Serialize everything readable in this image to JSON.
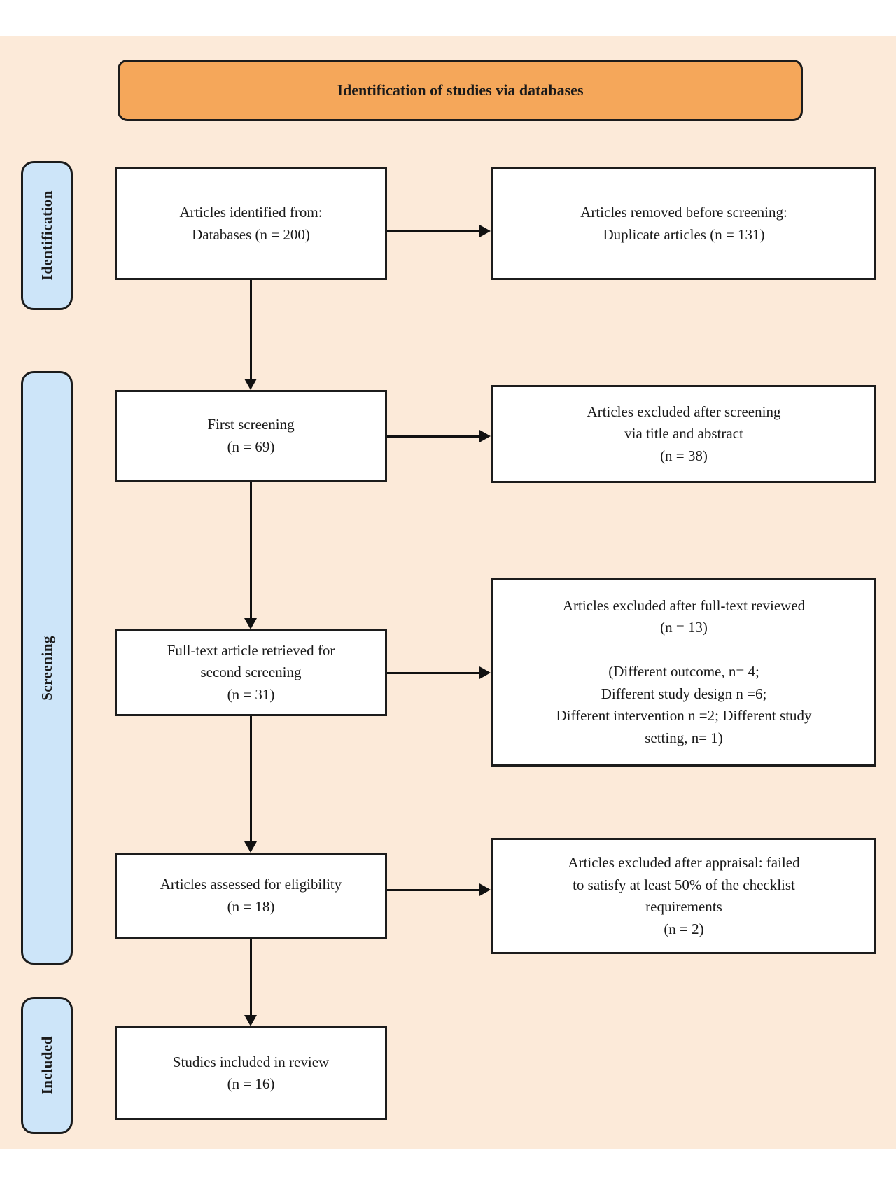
{
  "colors": {
    "page_background": "#fcead9",
    "header_fill": "#f5a75a",
    "stage_fill": "#cde5f9",
    "box_fill": "#ffffff",
    "line": "#1c1c1c"
  },
  "header": {
    "title": "Identification of studies via databases"
  },
  "stages": [
    {
      "label": "Identification"
    },
    {
      "label": "Screening"
    },
    {
      "label": "Included"
    }
  ],
  "flow": {
    "left_column": [
      {
        "text": "Articles identified from:\nDatabases (n = 200)"
      },
      {
        "text": "First screening\n(n = 69)"
      },
      {
        "text": "Full-text article retrieved for\nsecond screening\n(n = 31)"
      },
      {
        "text": "Articles assessed for eligibility\n(n = 18)"
      },
      {
        "text": "Studies included in review\n(n = 16)"
      }
    ],
    "right_column": [
      {
        "text": "Articles removed before screening:\nDuplicate articles (n = 131)"
      },
      {
        "text": "Articles excluded after screening\nvia title and abstract\n(n = 38)"
      },
      {
        "text": "Articles excluded after full-text reviewed\n(n = 13)\n\n(Different outcome, n= 4;\nDifferent study design n =6;\nDifferent intervention n =2; Different study\nsetting, n= 1)"
      },
      {
        "text": "Articles excluded after appraisal: failed\nto satisfy at least 50% of the checklist\nrequirements\n(n = 2)"
      }
    ]
  }
}
